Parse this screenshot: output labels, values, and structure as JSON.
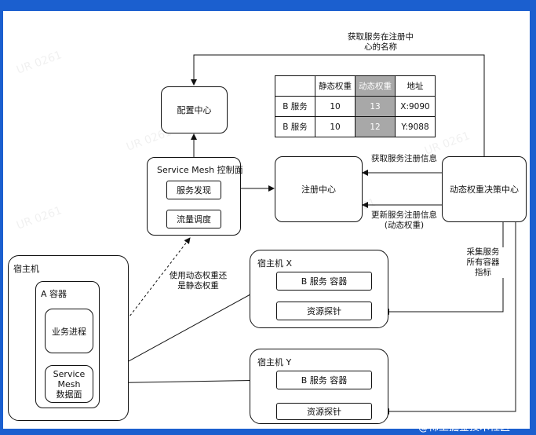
{
  "diagram": {
    "config_center": "配置中心",
    "registry": "注册中心",
    "decision_center": "动态权重决策中心",
    "mesh_control": {
      "title": "Service Mesh 控制面",
      "service_discovery": "服务发现",
      "traffic_scheduling": "流量调度"
    },
    "host": {
      "title": "宿主机",
      "container_title": "A 容器",
      "business_process": "业务进程",
      "data_plane": [
        "Service",
        "Mesh",
        "数据面"
      ]
    },
    "host_x": {
      "title": "宿主机 X",
      "service_container": "B 服务 容器",
      "probe": "资源探针"
    },
    "host_y": {
      "title": "宿主机 Y",
      "service_container": "B 服务 容器",
      "probe": "资源探针"
    },
    "edge_labels": {
      "get_names": [
        "获取服务在注册中",
        "心的名称"
      ],
      "get_registry_info": "获取服务注册信息",
      "update_registry_info": [
        "更新服务注册信息",
        "(动态权重)"
      ],
      "collect_metrics": [
        "采集服务",
        "所有容器",
        "指标"
      ],
      "use_weight": [
        "使用动态权重还",
        "是静态权重"
      ]
    },
    "weight_table": {
      "headers": [
        "",
        "静态权重",
        "动态权重",
        "地址"
      ],
      "rows": [
        [
          "B 服务",
          "10",
          "13",
          "X:9090"
        ],
        [
          "B 服务",
          "10",
          "12",
          "Y:9088"
        ]
      ]
    }
  },
  "footer": {
    "watermark": "@稀土掘金技术社区"
  }
}
